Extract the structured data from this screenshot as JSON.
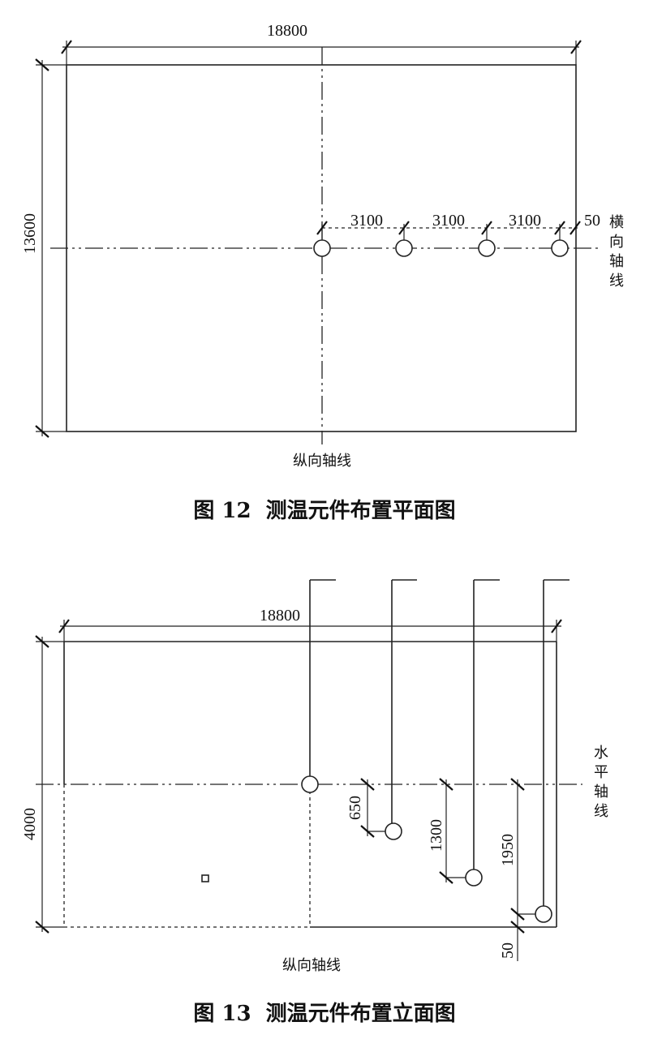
{
  "plan": {
    "caption": "图 12  测温元件布置平面图",
    "dims": {
      "length": "18800",
      "width": "13600",
      "spacing_1": "3100",
      "spacing_2": "3100",
      "spacing_3": "3100",
      "edge": "50"
    },
    "transverse_axis_label": [
      "横",
      "向",
      "轴",
      "线"
    ],
    "longitudinal_axis_label": "纵向轴线"
  },
  "elevation": {
    "caption": "图 13  测温元件布置立面图",
    "dims": {
      "length": "18800",
      "height": "4000",
      "depth_1": "650",
      "depth_2": "1300",
      "depth_3": "1950",
      "edge": "50"
    },
    "horizontal_axis_label": [
      "水",
      "平",
      "轴",
      "线"
    ],
    "longitudinal_axis_label": "纵向轴线"
  },
  "colors": {
    "line": "#222222",
    "background": "#ffffff"
  }
}
